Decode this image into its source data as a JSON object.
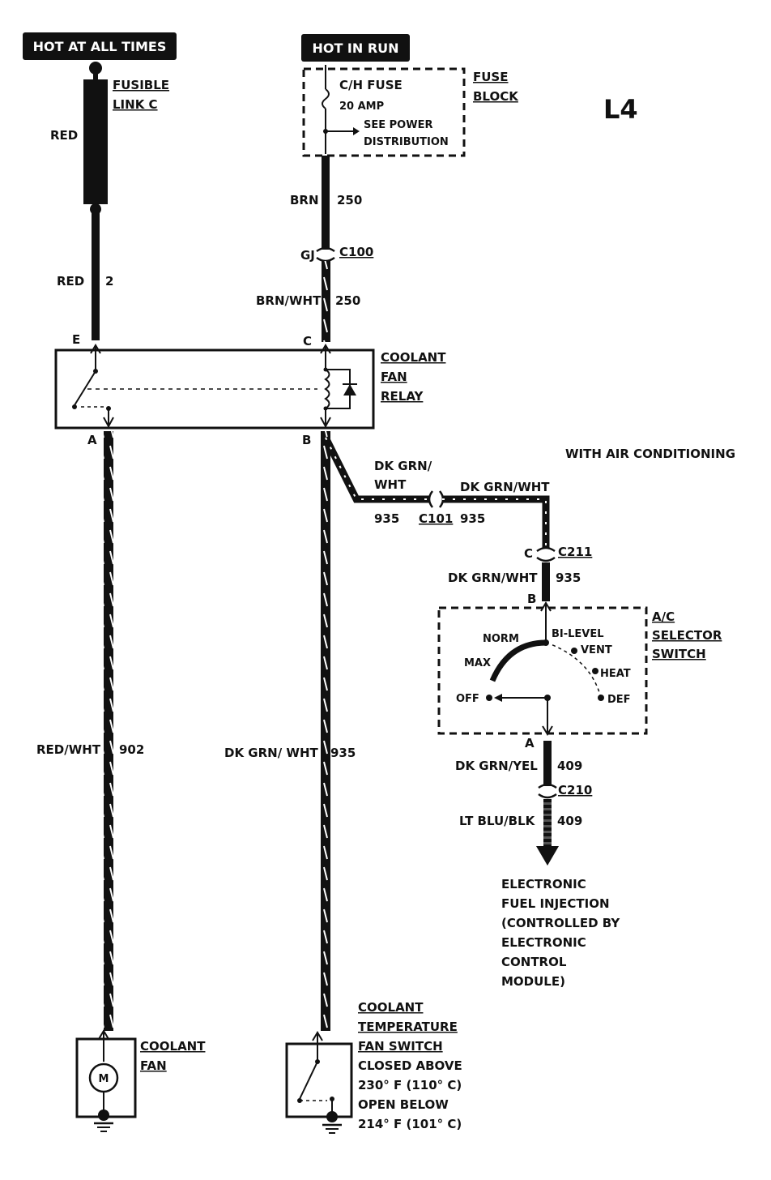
{
  "sources": {
    "hot_at_all_times": "HOT AT ALL TIMES",
    "hot_in_run": "HOT IN RUN"
  },
  "diagram_id": "L4",
  "fuse_block": {
    "label_line1": "FUSE",
    "label_line2": "BLOCK",
    "fuse_name": "C/H FUSE",
    "fuse_rating": "20 AMP",
    "see_line1": "SEE POWER",
    "see_line2": "DISTRIBUTION"
  },
  "fusible_link": {
    "line1": "FUSIBLE",
    "line2": "LINK C"
  },
  "wires": {
    "red": "RED",
    "red_2_color": "RED",
    "red_2_circuit": "2",
    "brn": "BRN",
    "brn_circuit": "250",
    "brn_wht": "BRN/WHT",
    "brn_wht_circuit": "250",
    "red_wht": "RED/WHT",
    "red_wht_circuit": "902",
    "dkgrn_wht_vert": "DK GRN/ WHT",
    "dkgrn_wht_vert_circuit": "935",
    "dkgrn_wht_diag_line1": "DK GRN/",
    "dkgrn_wht_diag_line2": "WHT",
    "dkgrn_wht_diag_circuit": "935",
    "dkgrn_wht_top": "DK GRN/WHT",
    "dkgrn_wht_top_circuit": "935",
    "dkgrn_wht_c211": "DK GRN/WHT",
    "dkgrn_wht_c211_circuit": "935",
    "dkgrn_yel": "DK GRN/YEL",
    "dkgrn_yel_circuit": "409",
    "ltblu_blk": "LT BLU/BLK",
    "ltblu_blk_circuit": "409"
  },
  "connectors": {
    "gj": "GJ",
    "c100": "C100",
    "c101": "C101",
    "c211": "C211",
    "c211_pin": "C",
    "c210": "C210"
  },
  "relay": {
    "line1": "COOLANT",
    "line2": "FAN",
    "line3": "RELAY",
    "pin_e": "E",
    "pin_c": "C",
    "pin_a": "A",
    "pin_b": "B"
  },
  "with_ac": "WITH AIR CONDITIONING",
  "ac_switch": {
    "line1": "A/C",
    "line2": "SELECTOR",
    "line3": "SWITCH",
    "pin_b": "B",
    "pin_a": "A",
    "positions": {
      "norm": "NORM",
      "bilevel": "BI-LEVEL",
      "vent": "VENT",
      "max": "MAX",
      "heat": "HEAT",
      "off": "OFF",
      "def": "DEF"
    }
  },
  "efi": {
    "line1": "ELECTRONIC",
    "line2": "FUEL INJECTION",
    "line3": "(CONTROLLED BY",
    "line4": "ELECTRONIC",
    "line5": "CONTROL",
    "line6": "MODULE)"
  },
  "coolant_fan": {
    "line1": "COOLANT",
    "line2": "FAN",
    "motor": "M"
  },
  "temp_switch": {
    "line1": "COOLANT",
    "line2": "TEMPERATURE",
    "line3": "FAN SWITCH",
    "line4": "CLOSED ABOVE",
    "line5": "230° F (110° C)",
    "line6": "OPEN BELOW",
    "line7": "214° F (101° C)"
  }
}
